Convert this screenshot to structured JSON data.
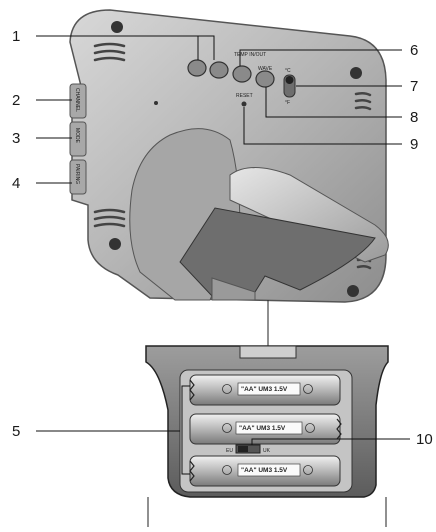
{
  "callouts": [
    "1",
    "2",
    "3",
    "4",
    "5",
    "6",
    "7",
    "8",
    "9",
    "10"
  ],
  "button_labels": {
    "temp_unit_c": "°C",
    "temp_unit_f": "°F",
    "reset": "RESET",
    "wave": "WAVE",
    "temp_in_out": "TEMP IN/OUT"
  },
  "side_labels": [
    "CHANNEL",
    "MODE",
    "PAIRING"
  ],
  "battery_text": "\"AA\" UM3 1.5V",
  "switch_labels": {
    "left": "EU",
    "right": "UK"
  }
}
